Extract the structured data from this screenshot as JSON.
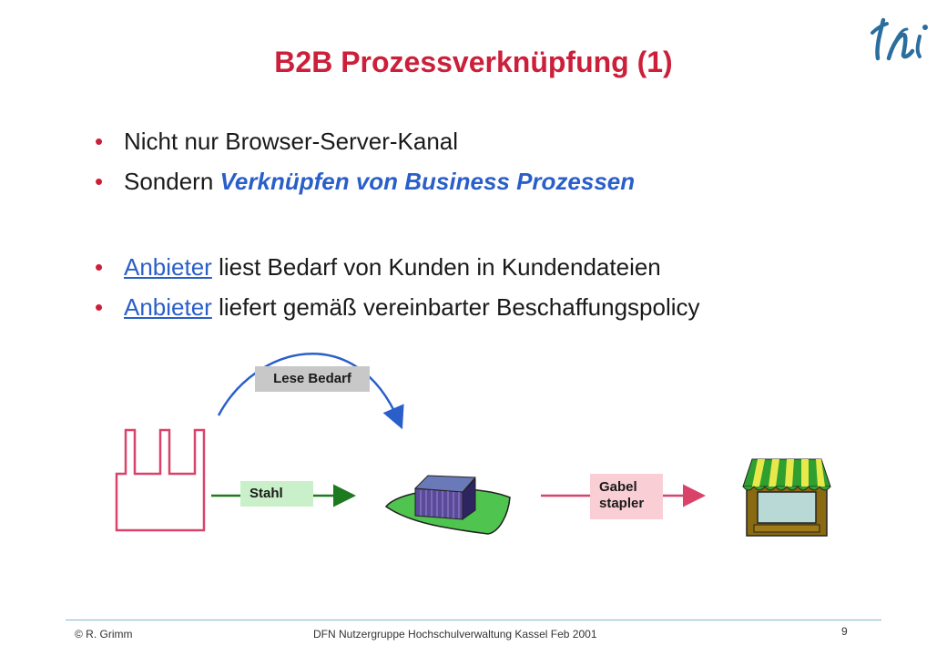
{
  "slide": {
    "title": "B2B Prozessverknüpfung (1)",
    "bullets": [
      {
        "text": "Nicht nur Browser-Server-Kanal"
      },
      {
        "prefix": "Sondern ",
        "emphasis": "Verknüpfen von Business Prozessen"
      },
      {
        "link": "Anbieter",
        "rest": " liest Bedarf von Kunden in Kundendateien"
      },
      {
        "link": "Anbieter",
        "rest": " liefert gemäß vereinbarter Beschaffungspolicy"
      }
    ],
    "bullet_symbol": "•"
  },
  "diagram": {
    "lese_label": "Lese Bedarf",
    "stahl_label": "Stahl",
    "gabel_label_1": "Gabel",
    "gabel_label_2": "stapler",
    "colors": {
      "factory": "#d9436a",
      "arc": "#2a5fc9",
      "stahl_arrow": "#1e7a1e",
      "gabel_arrow": "#d9436a",
      "building": "#4a3a86",
      "ground": "#4fc44f",
      "awning_green": "#2fa02f",
      "awning_yellow": "#e8e84a",
      "shop_brown": "#8a6a10"
    }
  },
  "footer": {
    "author": "© R. Grimm",
    "event": "DFN Nutzergruppe Hochschulverwaltung Kassel Feb 2001",
    "page": "9"
  }
}
